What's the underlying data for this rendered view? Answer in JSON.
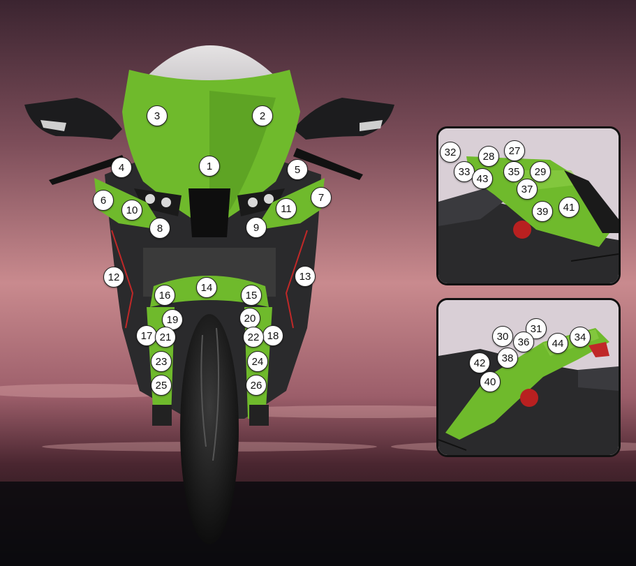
{
  "colors": {
    "kawasaki_green": "#6fba2c",
    "fairing_dark": "#2a2a2c",
    "sky_top": "#3a2430",
    "sky_mid": "#c98a8e",
    "ground": "#0a0a0c",
    "callout_fill": "#ffffff",
    "callout_text": "#111111"
  },
  "main_view": {
    "callouts": [
      "1",
      "2",
      "3",
      "4",
      "5",
      "6",
      "7",
      "8",
      "9",
      "10",
      "11",
      "12",
      "13",
      "14",
      "15",
      "16",
      "17",
      "18",
      "19",
      "20",
      "21",
      "22",
      "23",
      "24",
      "25",
      "26"
    ]
  },
  "inset_top": {
    "callouts": [
      "27",
      "28",
      "29",
      "32",
      "33",
      "35",
      "37",
      "39",
      "41",
      "43"
    ]
  },
  "inset_bottom": {
    "callouts": [
      "30",
      "31",
      "34",
      "36",
      "38",
      "40",
      "42",
      "44"
    ]
  }
}
